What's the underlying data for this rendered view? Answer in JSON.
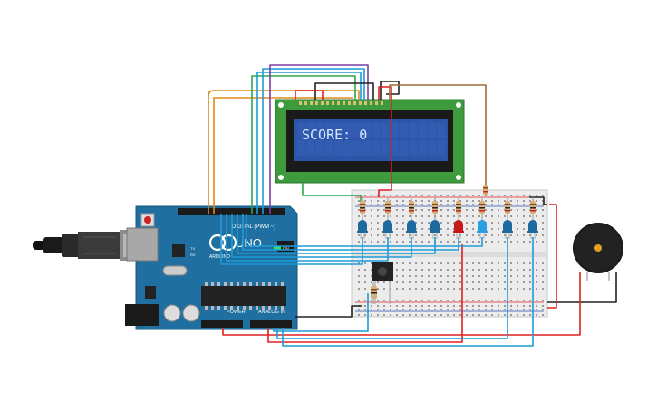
{
  "lcd": {
    "text": "SCORE: 0"
  },
  "arduino": {
    "brand": "ARDUINO",
    "model": "UNO",
    "digital_label": "DIGITAL (PWM ~)",
    "power_label": "POWER",
    "analog_label": "ANALOG IN",
    "on_label": "ON",
    "tx_label": "TX",
    "rx_label": "RX"
  },
  "colors": {
    "board": "#1f6fa0",
    "lcd_pcb": "#3d9a3d",
    "lcd_screen": "#2d56a8",
    "wire_red": "#e02020",
    "wire_black": "#222222",
    "wire_blue": "#1e9bd7",
    "wire_orange": "#e08a18",
    "wire_green": "#2aa84a",
    "wire_purple": "#7a3fa8",
    "wire_brown": "#a06a3a",
    "led_blue": "#1e6a9e",
    "led_red": "#c41a1a",
    "led_lightblue": "#2ba0e0"
  },
  "leds": [
    {
      "name": "led-1",
      "color": "blue"
    },
    {
      "name": "led-2",
      "color": "blue"
    },
    {
      "name": "led-3",
      "color": "blue"
    },
    {
      "name": "led-4",
      "color": "blue"
    },
    {
      "name": "led-5",
      "color": "red"
    },
    {
      "name": "led-6",
      "color": "lightblue"
    },
    {
      "name": "led-7",
      "color": "blue"
    },
    {
      "name": "led-8",
      "color": "blue"
    }
  ],
  "components": {
    "buzzer": "buzzer-icon",
    "pushbutton": "pushbutton-icon",
    "usb_cable": "usb-cable-icon"
  }
}
